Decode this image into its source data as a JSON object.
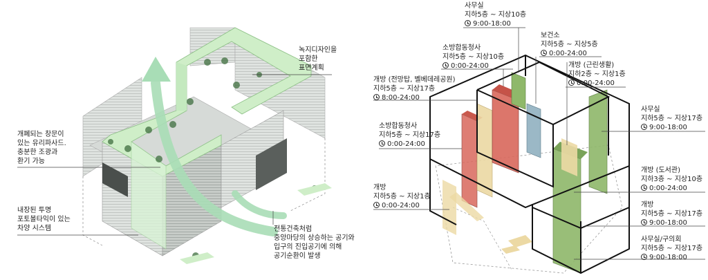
{
  "left": {
    "labels": [
      {
        "id": "green-roof",
        "lines": [
          "녹지디자인을",
          "포함한",
          "표면계획"
        ]
      },
      {
        "id": "glass-facade",
        "lines": [
          "개폐되는 창문이",
          "있는 유리파사드.",
          "충분한 조광과",
          "환기 가능"
        ]
      },
      {
        "id": "pv-shading",
        "lines": [
          "내장된 투명",
          "포토볼타익이 있는",
          "차양 시스템"
        ]
      },
      {
        "id": "air-circulation",
        "lines": [
          "전통건축처럼",
          "중앙마당의 상승하는 공기와",
          "입구의 진입공기에 의해",
          "공기순환이 발생"
        ]
      }
    ]
  },
  "right": {
    "labels": [
      {
        "id": "office-top",
        "title": "사무실",
        "floors": "지하5층 ~ 지상10층",
        "hours": "9:00-18:00"
      },
      {
        "id": "health-center",
        "title": "보건소",
        "floors": "지하5층 ~ 지상5층",
        "hours": "0:00-24:00"
      },
      {
        "id": "fire-police-top",
        "title": "소방합동청사",
        "floors": "지하5층 ~ 지상10층",
        "hours": "0:00-24:00"
      },
      {
        "id": "open-community",
        "title": "개방 (근린생활)",
        "floors": "지하2층 ~ 지상1층",
        "hours": "0:00-24:00"
      },
      {
        "id": "open-tower",
        "title": "개방 (전망탑, 벨베데레공원)",
        "floors": "지하5층 ~ 지상17층",
        "hours": "8:00-24:00"
      },
      {
        "id": "office-right",
        "title": "사무실",
        "floors": "지하5층 ~ 지상17층",
        "hours": "9:00-18:00"
      },
      {
        "id": "fire-police-mid",
        "title": "소방합동청사",
        "floors": "지하5층 ~ 지상17층",
        "hours": "0:00-24:00"
      },
      {
        "id": "open-library",
        "title": "개방 (도서관)",
        "floors": "지하3층 ~ 지상10층",
        "hours": "0:00-24:00"
      },
      {
        "id": "open-left",
        "title": "개방",
        "floors": "지하5층 ~ 지상1층",
        "hours": "0:00-24:00"
      },
      {
        "id": "open-right",
        "title": "개방",
        "floors": "지하5층 ~ 지상17층",
        "hours": "9:00-18:00"
      },
      {
        "id": "office-council",
        "title": "사무실/구의회",
        "floors": "지하5층 ~ 지상17층",
        "hours": "9:00-18:00"
      }
    ]
  },
  "colors": {
    "green_zone": "#8fb86a",
    "red_zone": "#d9685c",
    "yellow_zone": "#ecd9a4",
    "blue_zone": "#9bb8c6",
    "roof_green": "#cfeec8",
    "arrow_green": "#a8ddb6"
  }
}
